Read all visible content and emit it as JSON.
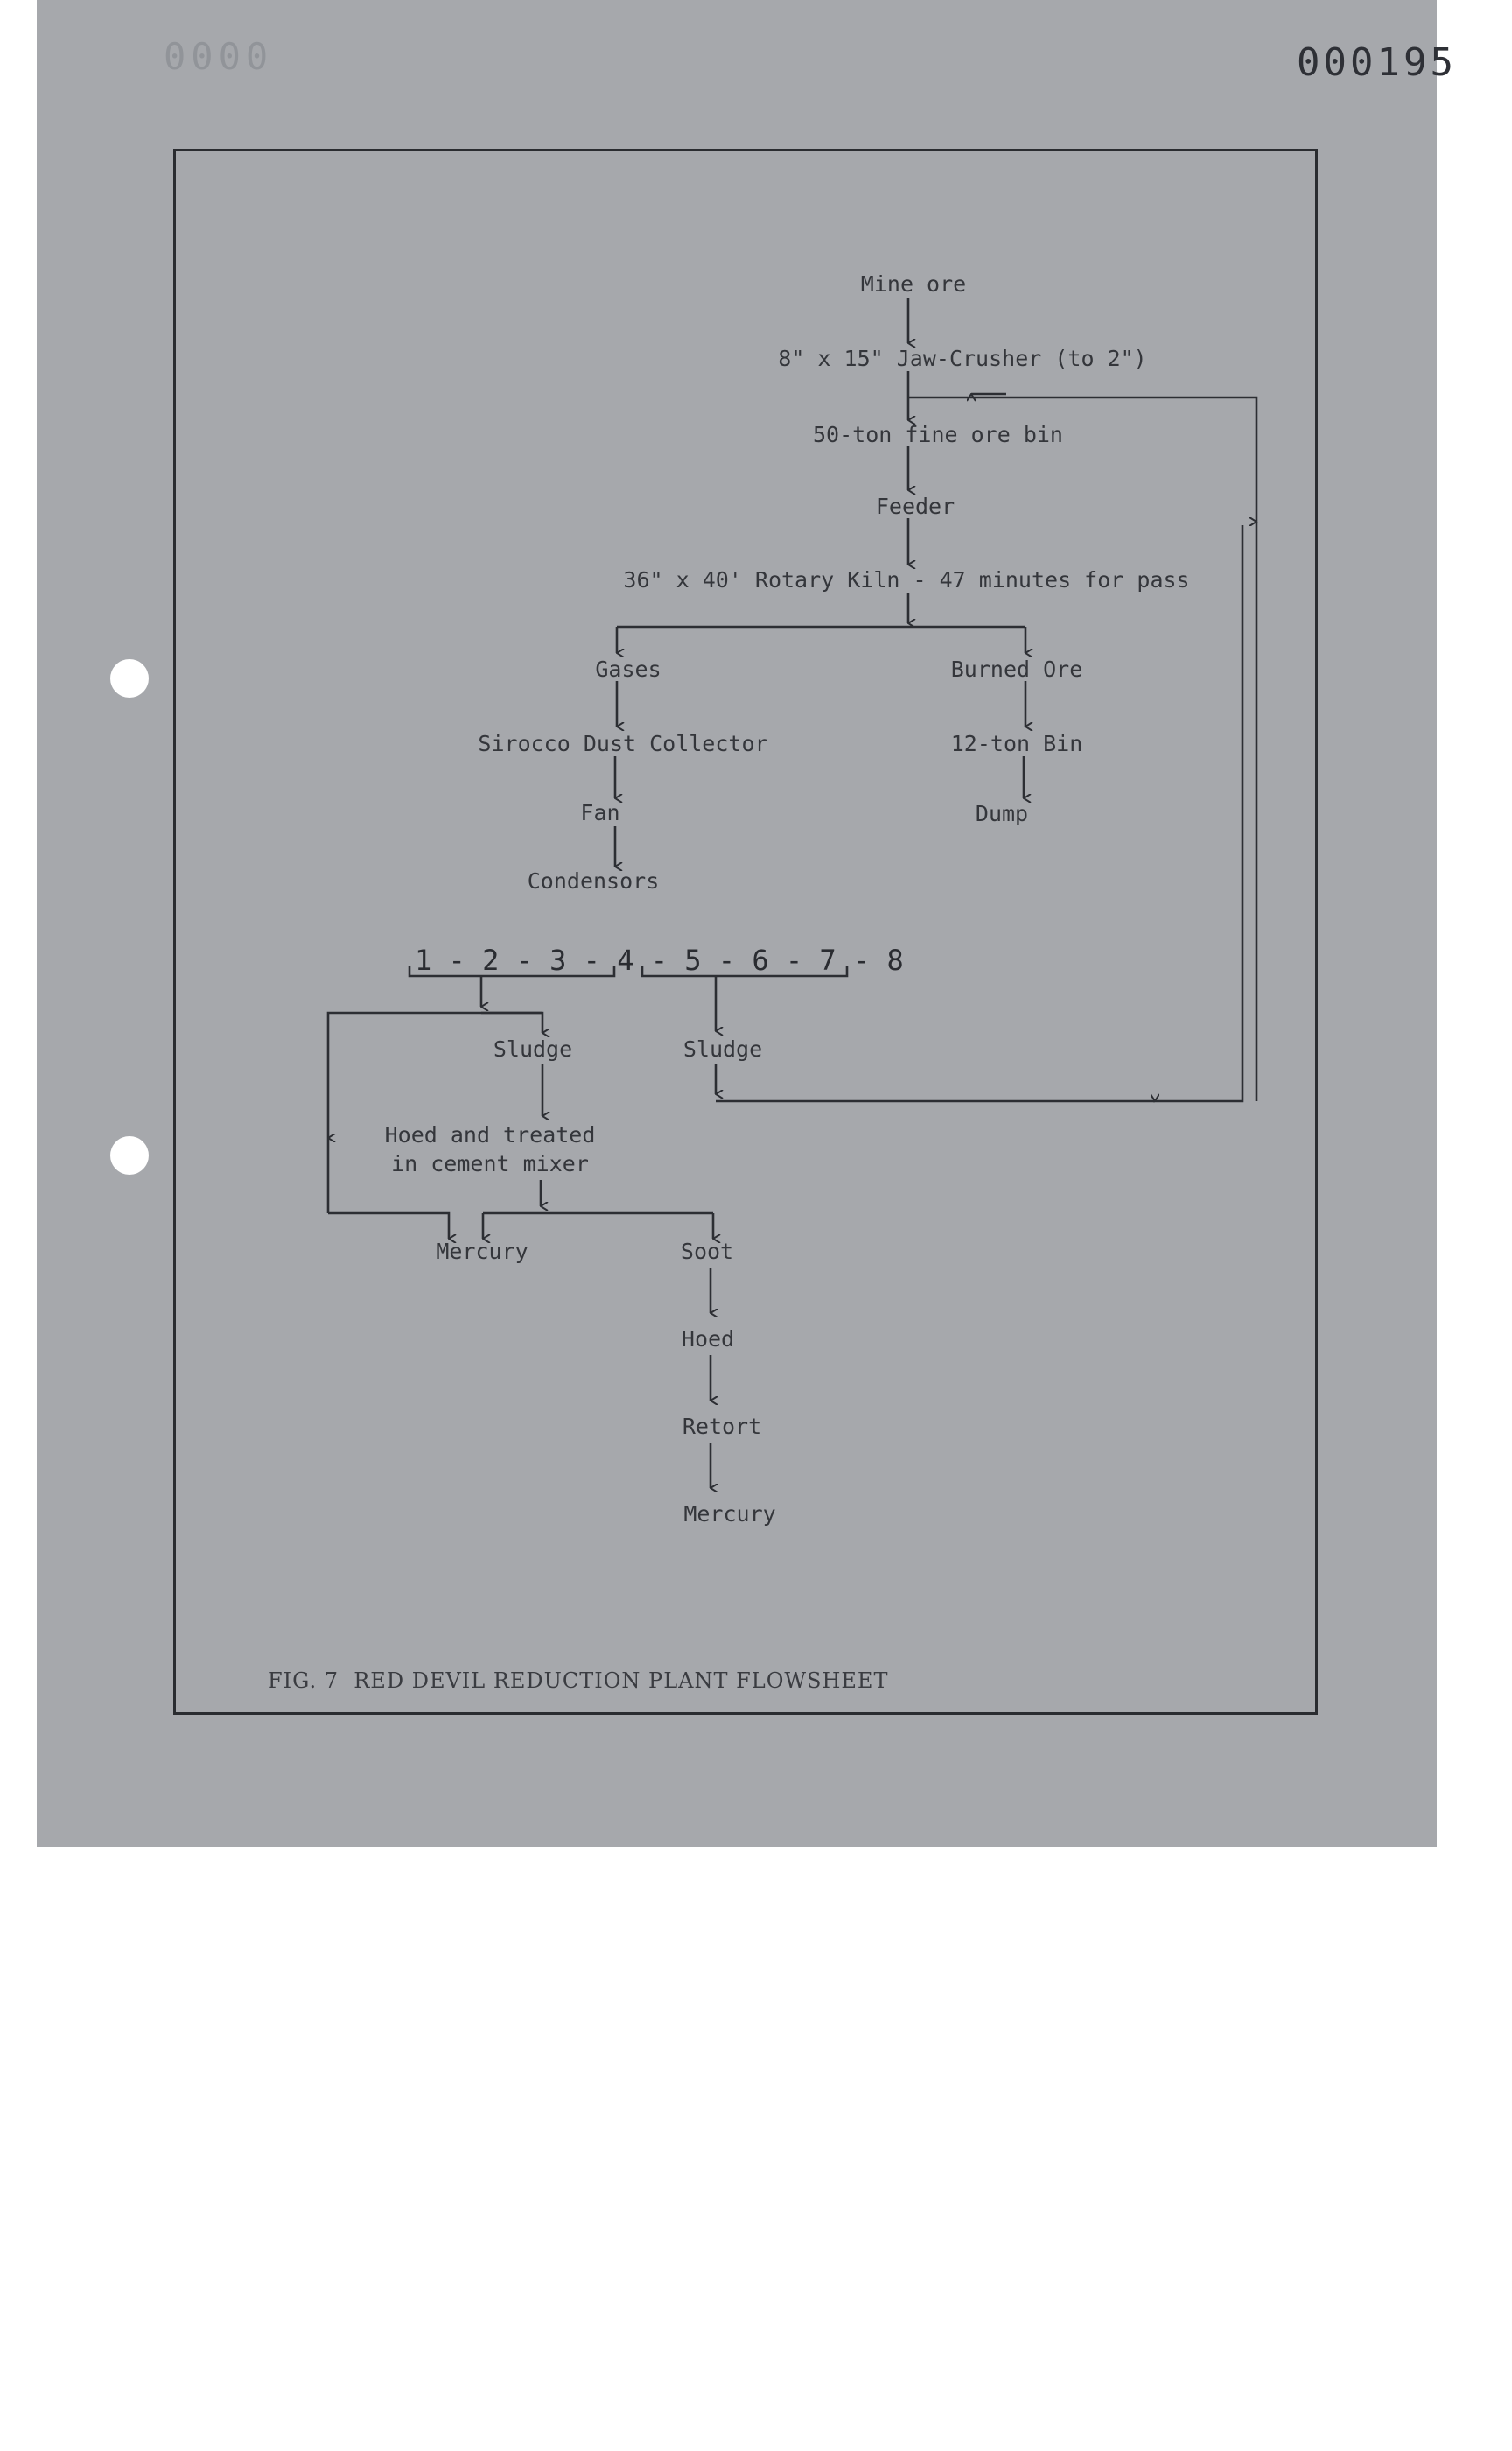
{
  "page_number": "000195",
  "faint_stamp": "0000",
  "nodes": {
    "mine_ore": "Mine ore",
    "jaw_crusher": "8\" x 15\" Jaw-Crusher (to 2\")",
    "ore_bin": "50-ton fine ore bin",
    "feeder": "Feeder",
    "rotary_kiln": "36\" x 40' Rotary Kiln - 47 minutes for pass",
    "gases": "Gases",
    "burned_ore": "Burned Ore",
    "dust_collector": "Sirocco Dust Collector",
    "bin_12_ton": "12-ton Bin",
    "fan": "Fan",
    "dump": "Dump",
    "condensers": "Condensors",
    "condenser_units": "1 - 2 - 3 - 4 - 5 - 6 - 7 - 8",
    "sludge_left": "Sludge",
    "sludge_right": "Sludge",
    "hoed_treated": "Hoed and treated\nin cement mixer",
    "mercury_left": "Mercury",
    "soot": "Soot",
    "hoed": "Hoed",
    "retort": "Retort",
    "mercury_final": "Mercury"
  },
  "caption": "FIG. 7  RED DEVIL REDUCTION PLANT FLOWSHEET"
}
